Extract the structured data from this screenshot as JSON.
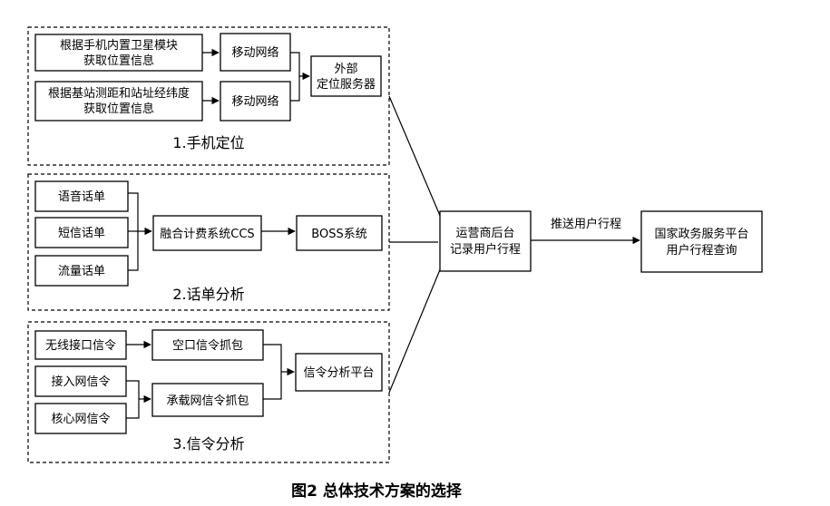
{
  "groups": {
    "g1": {
      "label": "1.手机定位"
    },
    "g2": {
      "label": "2.话单分析"
    },
    "g3": {
      "label": "3.信令分析"
    }
  },
  "nodes": {
    "sat": {
      "lines": [
        "根据手机内置卫星模块",
        "获取位置信息"
      ]
    },
    "base": {
      "lines": [
        "根据基站测距和站址经纬度",
        "获取位置信息"
      ]
    },
    "mob1": {
      "lines": [
        "移动网络"
      ]
    },
    "mob2": {
      "lines": [
        "移动网络"
      ]
    },
    "ext": {
      "lines": [
        "外部",
        "定位服务器"
      ]
    },
    "voice": {
      "lines": [
        "语音话单"
      ]
    },
    "sms": {
      "lines": [
        "短信话单"
      ]
    },
    "flow": {
      "lines": [
        "流量话单"
      ]
    },
    "ccs": {
      "lines": [
        "融合计费系统CCS"
      ]
    },
    "boss": {
      "lines": [
        "BOSS系统"
      ]
    },
    "wireless": {
      "lines": [
        "无线接口信令"
      ]
    },
    "access": {
      "lines": [
        "接入网信令"
      ]
    },
    "core": {
      "lines": [
        "核心网信令"
      ]
    },
    "air": {
      "lines": [
        "空口信令抓包"
      ]
    },
    "bearer": {
      "lines": [
        "承载网信令抓包"
      ]
    },
    "sigplat": {
      "lines": [
        "信令分析平台"
      ]
    },
    "operator": {
      "lines": [
        "运营商后台",
        "记录用户行程"
      ]
    },
    "gov": {
      "lines": [
        "国家政务服务平台",
        "用户行程查询"
      ]
    }
  },
  "edges": {
    "push": {
      "label": "推送用户行程"
    }
  },
  "caption": "图2  总体技术方案的选择"
}
